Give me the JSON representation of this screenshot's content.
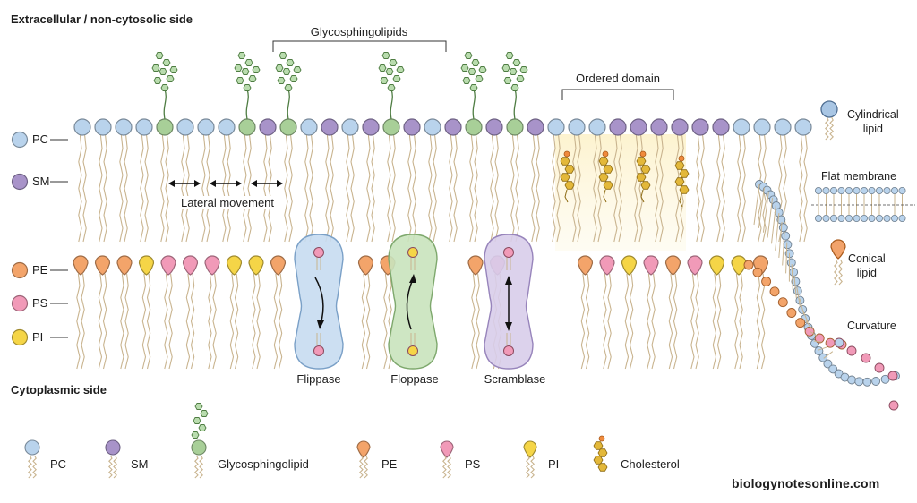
{
  "titles": {
    "extracellular": "Extracellular / non-cytosolic side",
    "cytoplasmic": "Cytoplasmic side",
    "glycosphingolipids": "Glycosphingolipids",
    "ordered_domain": "Ordered domain",
    "lateral_movement": "Lateral movement"
  },
  "left_labels": {
    "pc": "PC",
    "sm": "SM",
    "pe": "PE",
    "ps": "PS",
    "pi": "PI"
  },
  "transporters": {
    "flippase": "Flippase",
    "floppase": "Floppase",
    "scramblase": "Scramblase"
  },
  "right_panel": {
    "cylindrical_1": "Cylindrical",
    "cylindrical_2": "lipid",
    "flat_membrane": "Flat membrane",
    "conical_1": "Conical",
    "conical_2": "lipid",
    "curvature": "Curvature"
  },
  "legend": {
    "pc": "PC",
    "sm": "SM",
    "glyco": "Glycosphingolipid",
    "pe": "PE",
    "ps": "PS",
    "pi": "PI",
    "cholesterol": "Cholesterol"
  },
  "site": "biologynotesonline.com",
  "colors": {
    "pc": "#b9d3ec",
    "sm": "#a893c9",
    "glyco": "#a8cf98",
    "pe": "#f3a46a",
    "ps": "#f19ab8",
    "pi": "#f5d547",
    "cholesterol": "#e3b83a",
    "tail": "#c9b48f"
  }
}
